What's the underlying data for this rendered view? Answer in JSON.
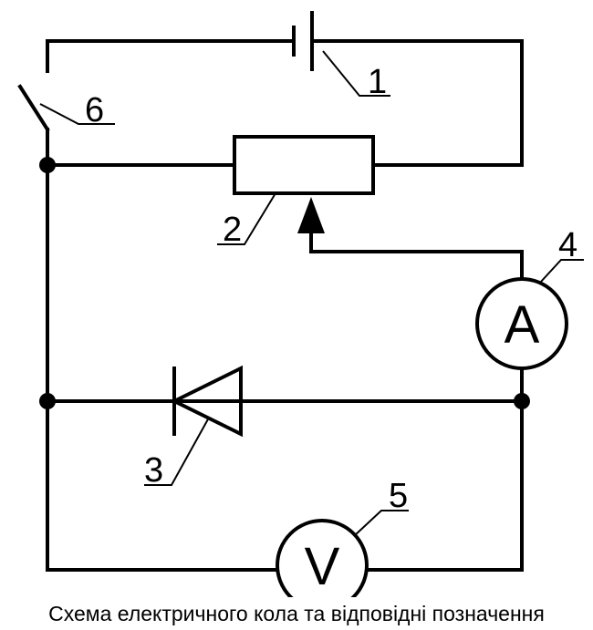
{
  "caption": "Схема електричного кола та відповідні позначення",
  "labels": {
    "battery": "1",
    "rheostat": "2",
    "diode": "3",
    "ammeter": "4",
    "voltmeter": "5",
    "switch": "6"
  },
  "meters": {
    "ammeter_symbol": "A",
    "voltmeter_symbol": "V"
  }
}
